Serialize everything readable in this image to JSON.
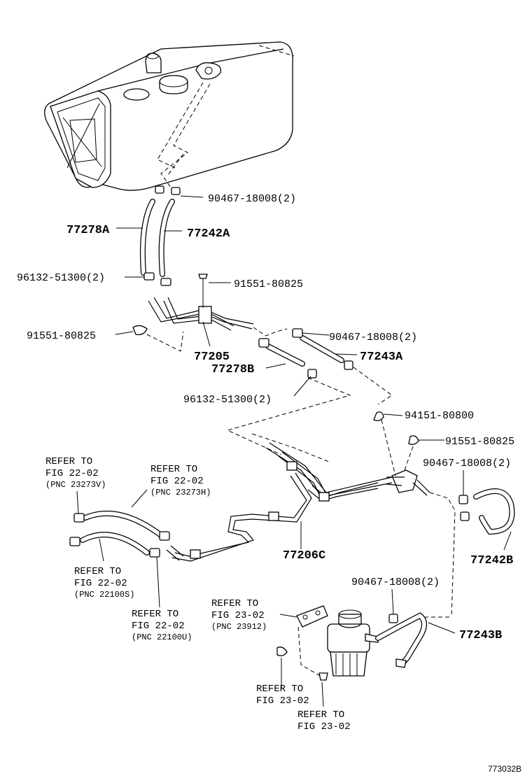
{
  "diagram": {
    "part_labels": {
      "clip_top": "90467-18008(2)",
      "hose_left_top": "77278A",
      "hose_right_top": "77242A",
      "clamp_left": "96132-51300(2)",
      "bolt_upper": "91551-80825",
      "bolt_left": "91551-80825",
      "clip_mid": "90467-18008(2)",
      "pipe_assy": "77205",
      "hose_mid_right": "77243A",
      "hose_mid": "77278B",
      "clamp_mid": "96132-51300(2)",
      "nut": "94151-80800",
      "bolt_right": "91551-80825",
      "clip_right": "90467-18008(2)",
      "pipe_sub_assy": "77206C",
      "hose_right": "77242B",
      "clip_lower": "90467-18008(2)",
      "hose_lower": "77243B"
    },
    "refer_notes": {
      "ref1": {
        "l1": "REFER TO",
        "l2": "FIG 22-02",
        "l3": "(PNC 23273V)"
      },
      "ref2": {
        "l1": "REFER TO",
        "l2": "FIG 22-02",
        "l3": "(PNC 23273H)"
      },
      "ref3": {
        "l1": "REFER TO",
        "l2": "FIG 22-02",
        "l3": "(PNC 22100S)"
      },
      "ref4": {
        "l1": "REFER TO",
        "l2": "FIG 22-02",
        "l3": "(PNC 22100U)"
      },
      "ref5": {
        "l1": "REFER TO",
        "l2": "FIG 23-02",
        "l3": "(PNC 23912)"
      },
      "ref6": {
        "l1": "REFER TO",
        "l2": "FIG 23-02"
      },
      "ref7": {
        "l1": "REFER TO",
        "l2": "FIG 23-02"
      }
    },
    "figure_id": "773032B"
  }
}
